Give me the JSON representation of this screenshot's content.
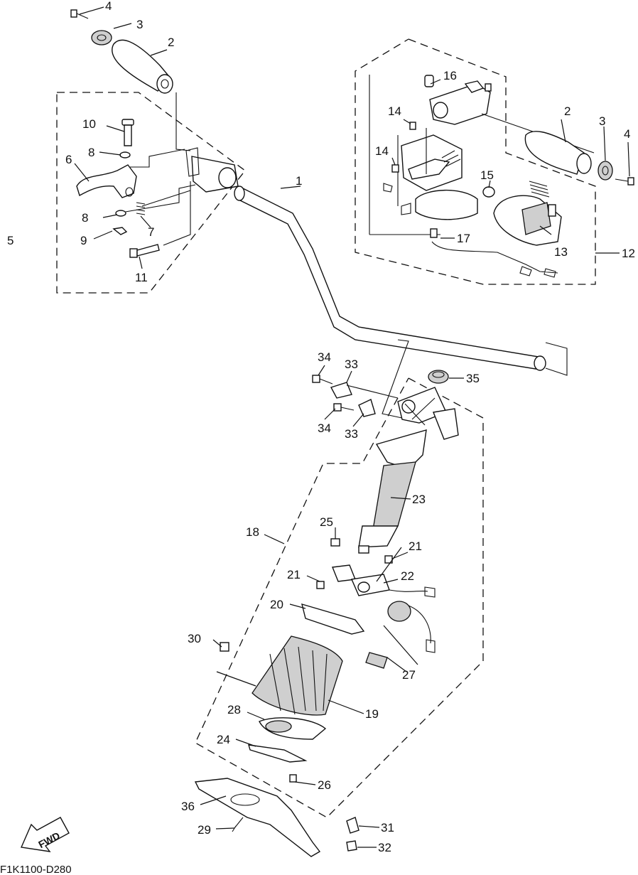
{
  "diagram_code": "F1K1100-D280",
  "fwd_label": "FWD",
  "callouts": {
    "c1": "1",
    "c2a": "2",
    "c2b": "2",
    "c3a": "3",
    "c3b": "3",
    "c4a": "4",
    "c4b": "4",
    "c5": "5",
    "c6": "6",
    "c7": "7",
    "c8a": "8",
    "c8b": "8",
    "c9": "9",
    "c10": "10",
    "c11": "11",
    "c12": "12",
    "c13": "13",
    "c14a": "14",
    "c14b": "14",
    "c15": "15",
    "c16": "16",
    "c17": "17",
    "c18": "18",
    "c19": "19",
    "c20": "20",
    "c21a": "21",
    "c21b": "21",
    "c22": "22",
    "c23": "23",
    "c24": "24",
    "c25": "25",
    "c26": "26",
    "c27": "27",
    "c28": "28",
    "c29": "29",
    "c30": "30",
    "c31": "31",
    "c32": "32",
    "c33a": "33",
    "c33b": "33",
    "c34a": "34",
    "c34b": "34",
    "c35": "35",
    "c36": "36"
  }
}
